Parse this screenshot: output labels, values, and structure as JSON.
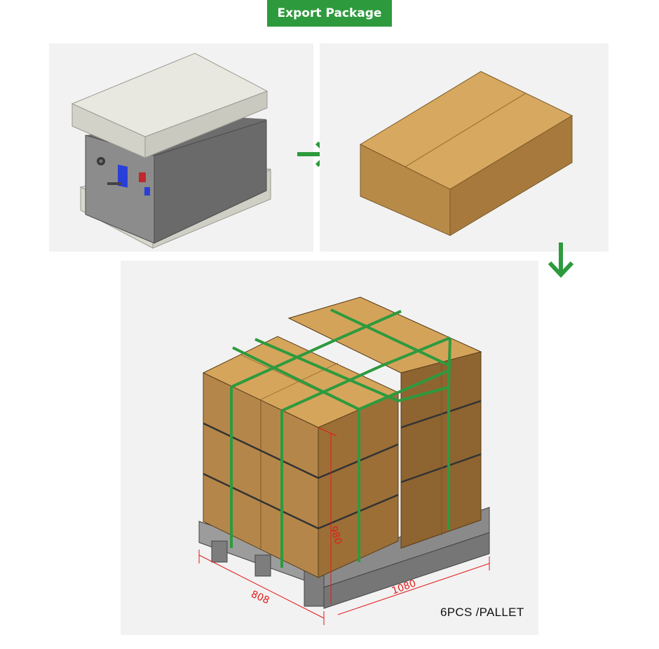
{
  "header": {
    "title": "Export Package"
  },
  "diagram": {
    "steps": [
      {
        "name": "battery-in-foam"
      },
      {
        "name": "carton-box"
      },
      {
        "name": "palletized-cartons"
      }
    ],
    "dimensions": {
      "height": "980",
      "width": "808",
      "length": "1080"
    },
    "caption": "6PCS /PALLET"
  },
  "colors": {
    "accent_green": "#2e9a3e",
    "carton": "#c9974f",
    "foam": "#dcdcd2",
    "pallet": "#8a8a8a",
    "dimension_red": "#e31b1b"
  }
}
